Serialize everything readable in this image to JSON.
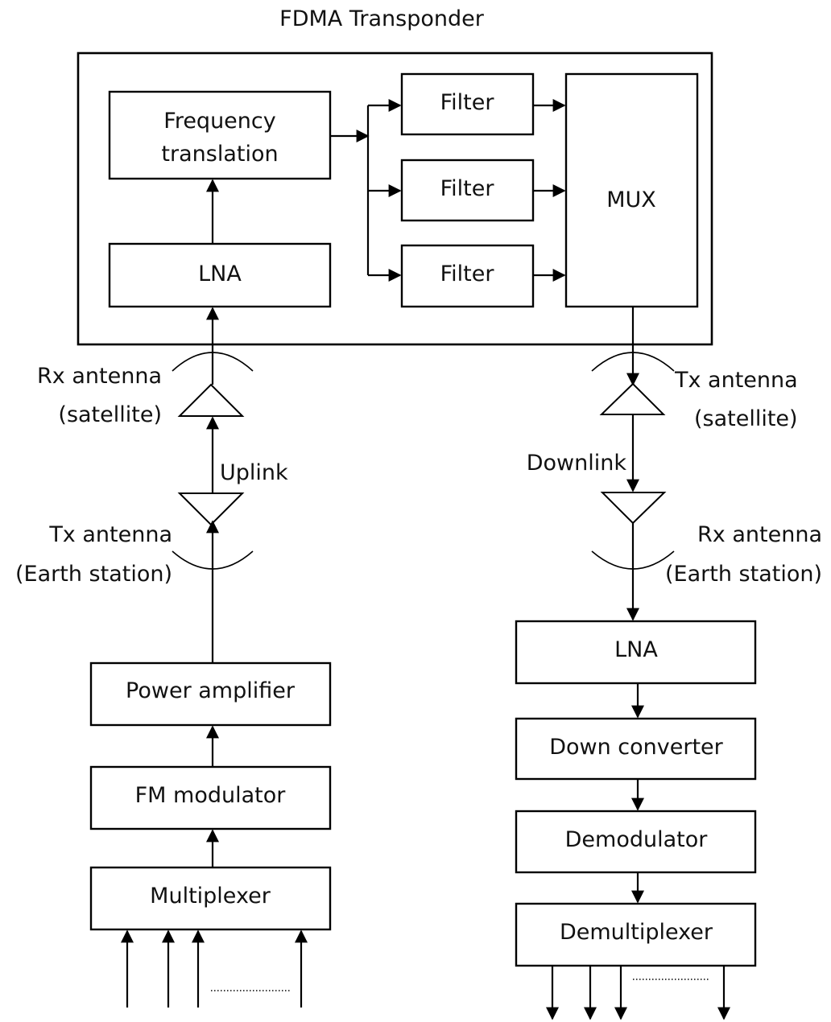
{
  "title": "FDMA Transponder",
  "transponder": {
    "frequency_translation": [
      "Frequency",
      "translation"
    ],
    "lna": "LNA",
    "filters": [
      "Filter",
      "Filter",
      "Filter"
    ],
    "mux": "MUX"
  },
  "uplink_chain": {
    "rx_antenna_satellite": [
      "Rx antenna",
      "(satellite)"
    ],
    "link_label": "Uplink",
    "tx_antenna_earth": [
      "Tx antenna",
      "(Earth station)"
    ],
    "power_amplifier": "Power amplifier",
    "fm_modulator": "FM modulator",
    "multiplexer": "Multiplexer"
  },
  "downlink_chain": {
    "tx_antenna_satellite": [
      "Tx antenna",
      "(satellite)"
    ],
    "link_label": "Downlink",
    "rx_antenna_earth": [
      "Rx antenna",
      "(Earth station)"
    ],
    "lna": "LNA",
    "down_converter": "Down converter",
    "demodulator": "Demodulator",
    "demultiplexer": "Demultiplexer"
  }
}
